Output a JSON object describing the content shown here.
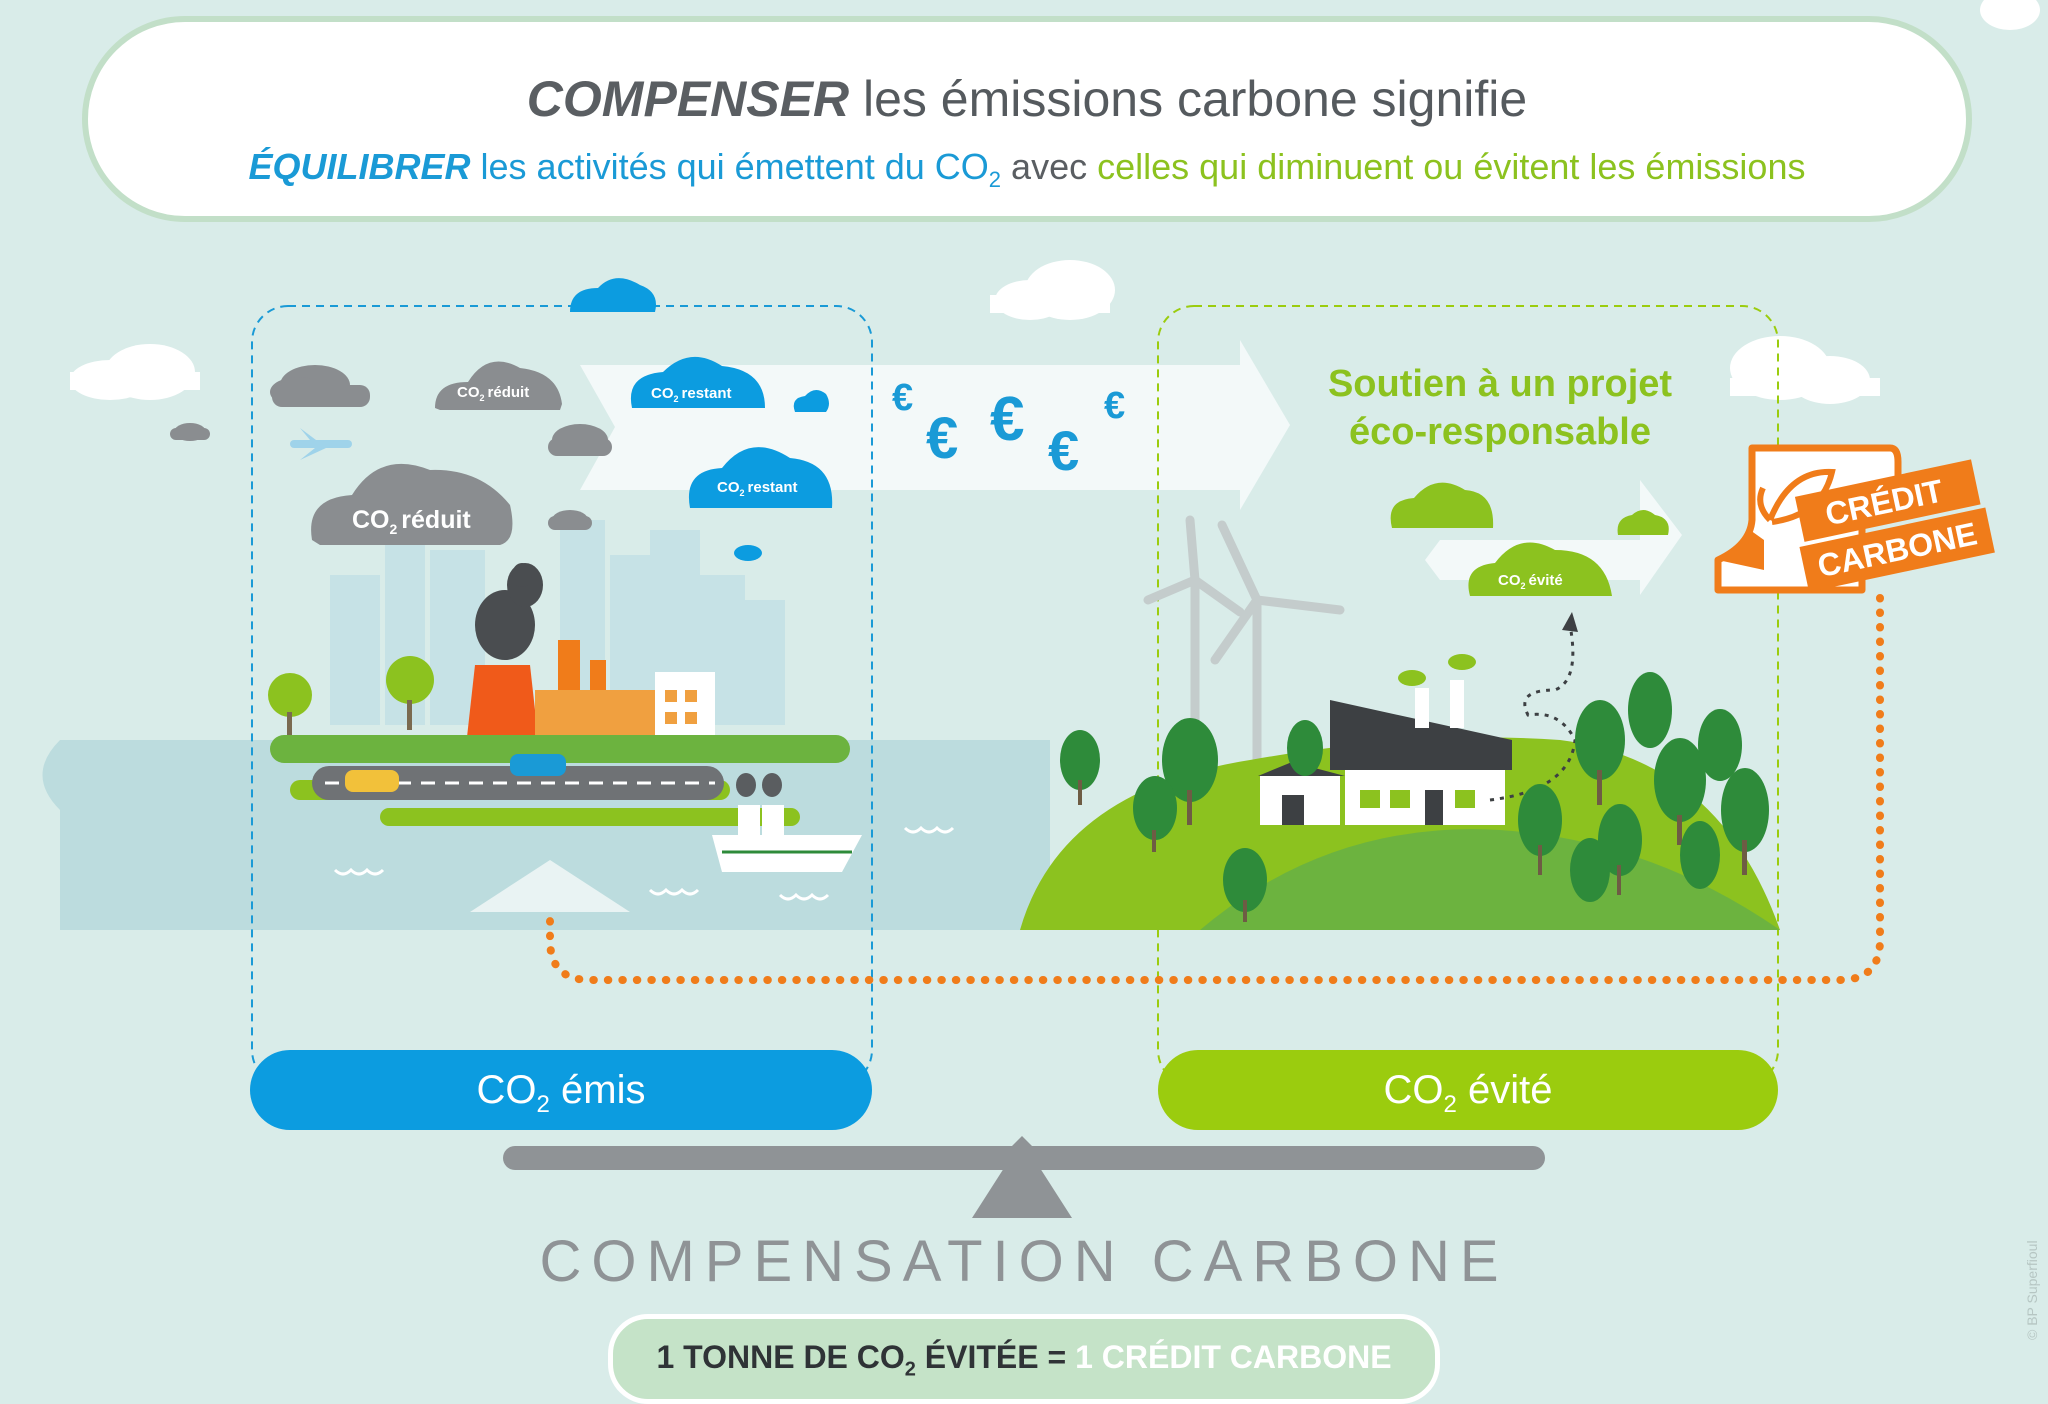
{
  "header": {
    "line1_strong": "COMPENSER",
    "line1_rest": "les émissions carbone signifie",
    "line2_strong": "ÉQUILIBRER",
    "line2_blue": "les activités qui émettent du CO",
    "line2_sub": "2",
    "line2_grey": "avec",
    "line2_green": "celles qui diminuent ou évitent les émissions"
  },
  "clouds": {
    "reduit_small": "réduit",
    "reduit_big": "réduit",
    "restant_1": "restant",
    "restant_2": "restant",
    "evite": "évité",
    "co": "CO",
    "sub": "2"
  },
  "euros": [
    "€",
    "€",
    "€",
    "€",
    "€"
  ],
  "project_label": [
    "Soutien à un projet",
    "éco-responsable"
  ],
  "credit_label": [
    "CRÉDIT",
    "CARBONE"
  ],
  "bars": {
    "emis_co": "CO",
    "emis_sub": "2",
    "emis_word": " émis",
    "evite_co": "CO",
    "evite_sub": "2",
    "evite_word": " évité"
  },
  "footer": {
    "title": "COMPENSATION CARBONE",
    "tonne_a": "1 TONNE DE CO",
    "tonne_sub": "2",
    "tonne_b": " ÉVITÉE = ",
    "tonne_c": "1 CRÉDIT CARBONE"
  },
  "copyright": "© BP Superfioul",
  "colors": {
    "background": "#d9ece9",
    "blue": "#0c9ce0",
    "green": "#9bcc0e",
    "orange": "#f07c1a",
    "grey_cloud": "#8a8d90"
  }
}
